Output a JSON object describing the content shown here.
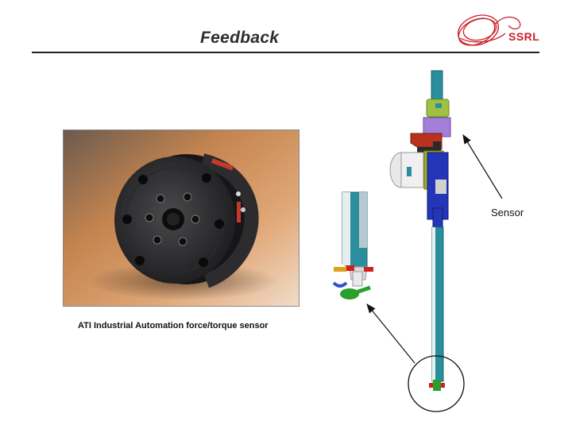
{
  "slide": {
    "title": "Feedback",
    "logo_text": "SSRL",
    "photo_caption": "ATI Industrial Automation force/torque sensor",
    "sensor_label": "Sensor"
  },
  "colors": {
    "logo_red": "#c8202a",
    "shaft_blue": "#2a8e9c",
    "mount_purple": "#a47fd8",
    "bracket_blue": "#2436b8",
    "clamp_red": "#b8321e",
    "gripper_green": "#2aa02a"
  },
  "icons": [
    "ssrl-logo-icon",
    "arrow-icon"
  ]
}
